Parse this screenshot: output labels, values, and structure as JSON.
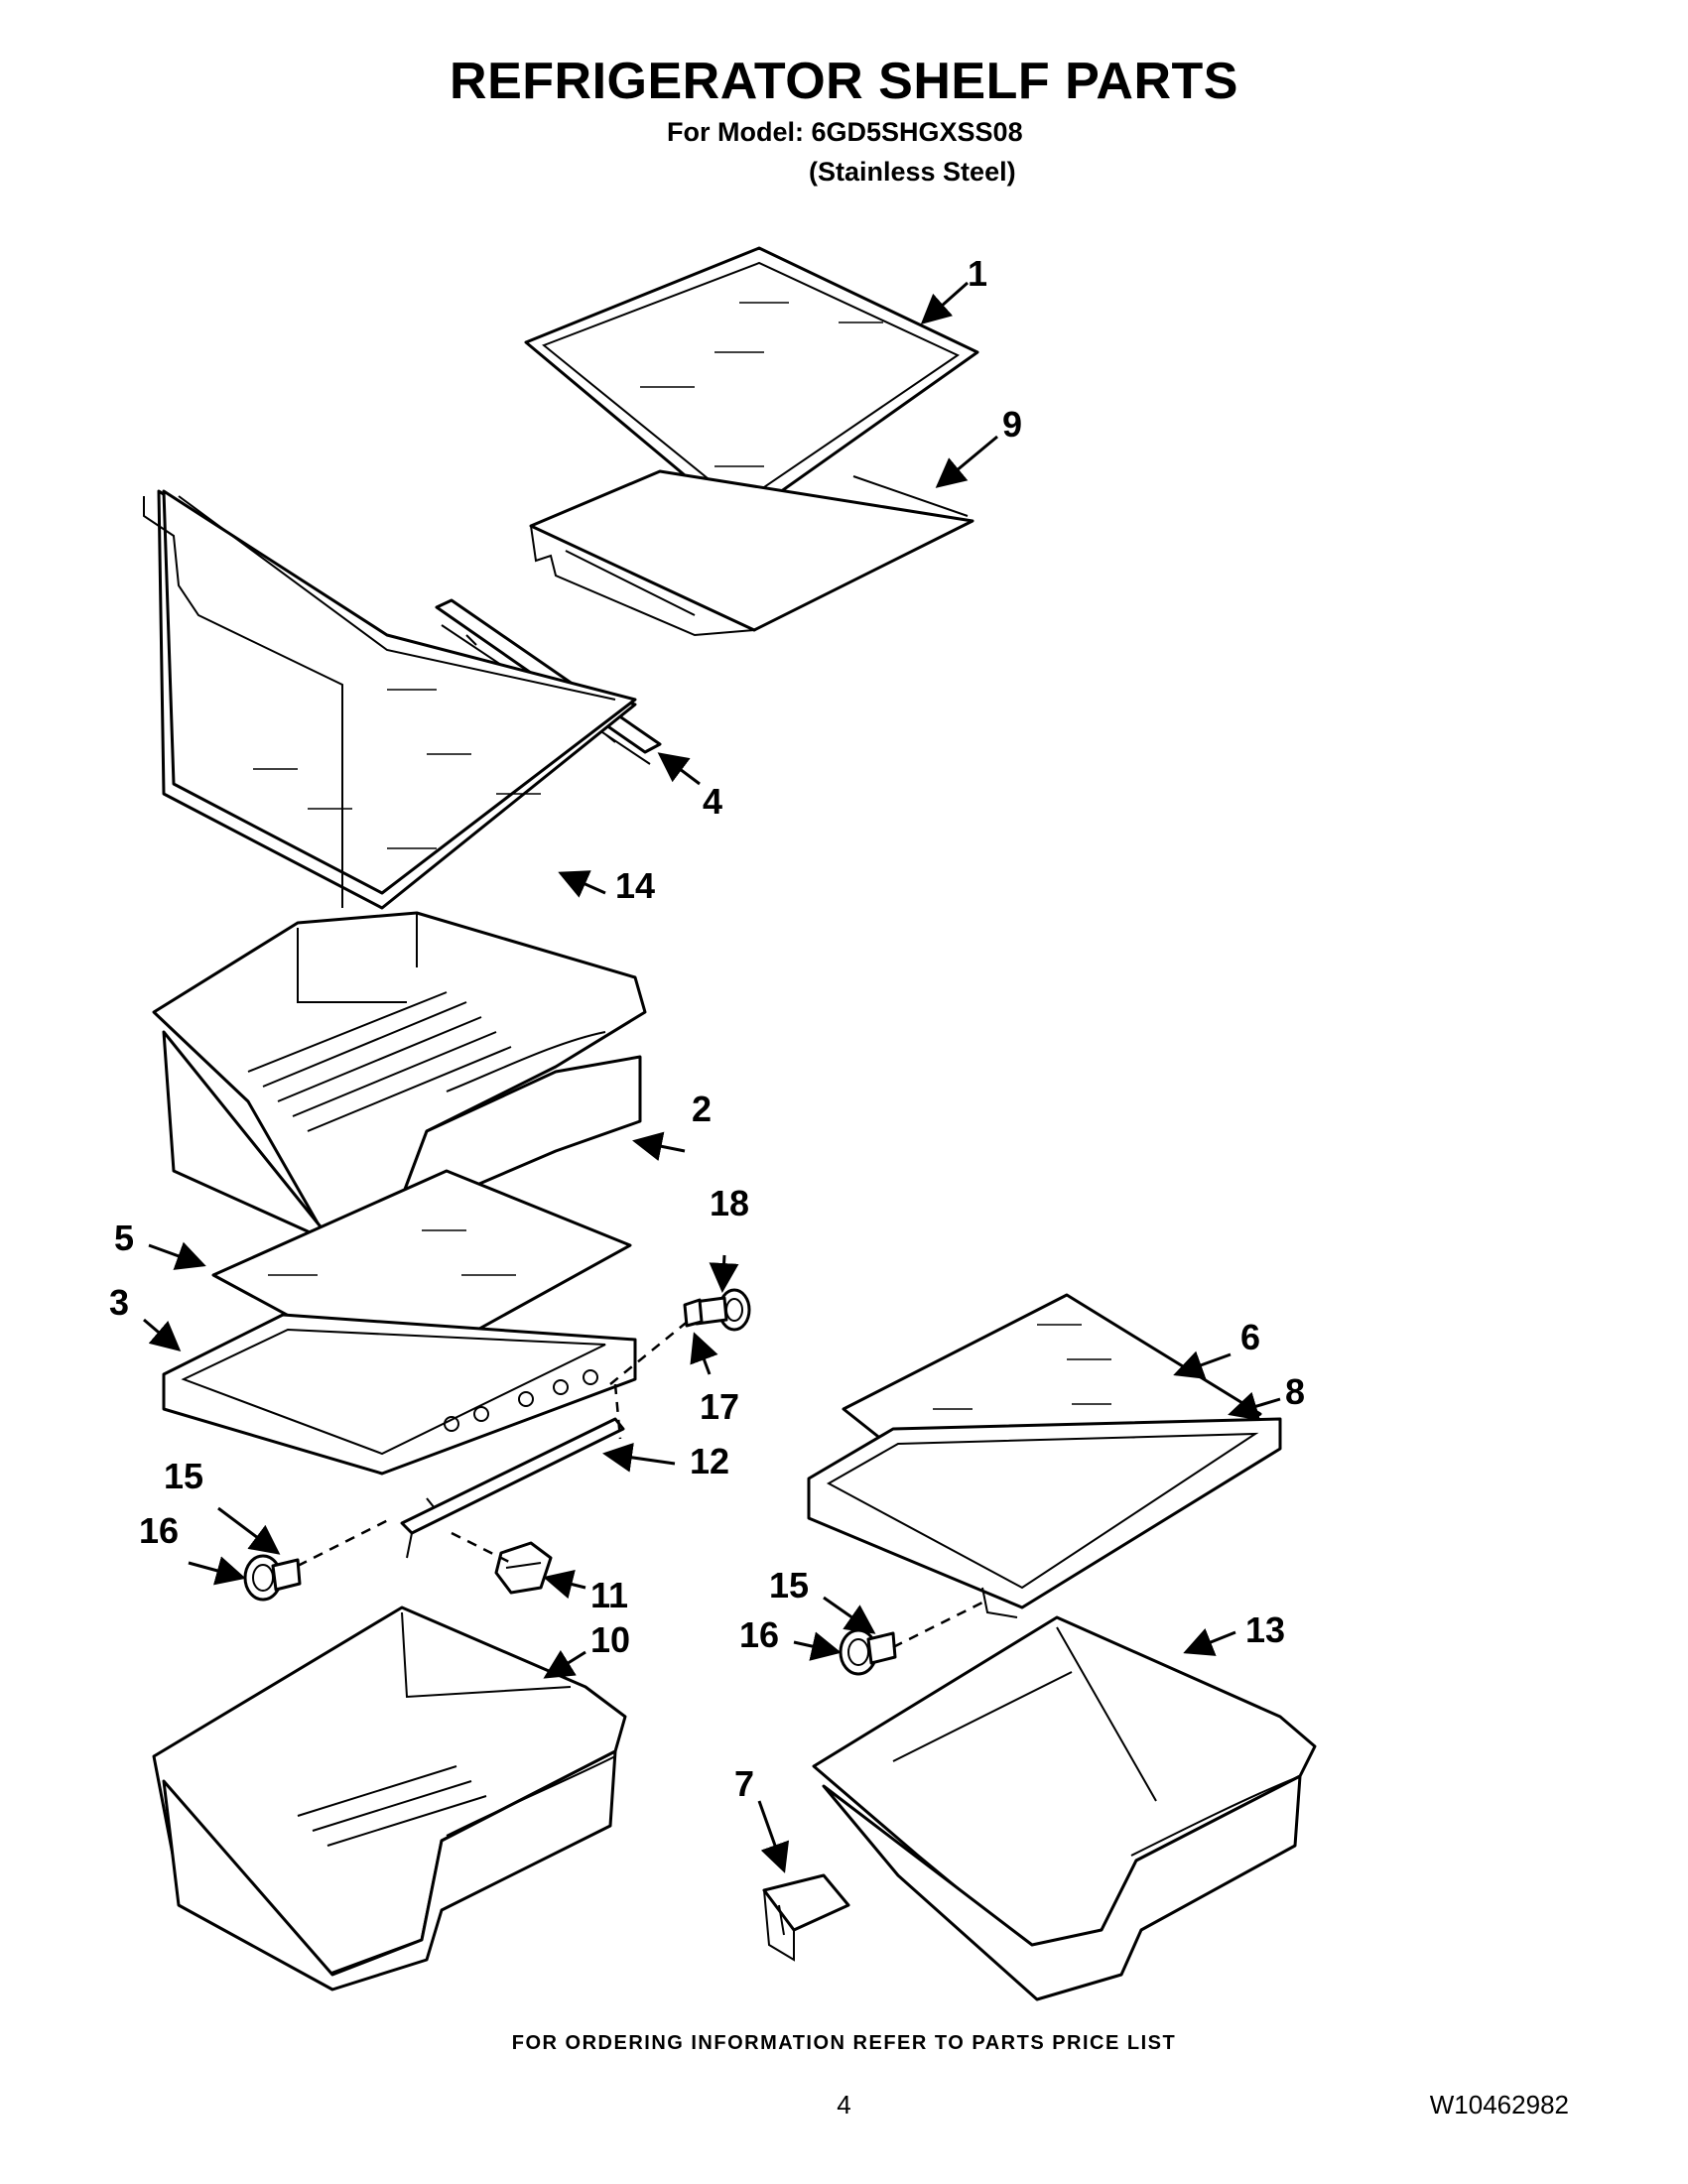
{
  "header": {
    "title": "REFRIGERATOR SHELF PARTS",
    "model_line": "For Model: 6GD5SHGXSS08",
    "finish_line": "(Stainless Steel)"
  },
  "callouts": {
    "c1": "1",
    "c2": "2",
    "c3": "3",
    "c4": "4",
    "c5": "5",
    "c6": "6",
    "c7": "7",
    "c8": "8",
    "c9": "9",
    "c10": "10",
    "c11": "11",
    "c12": "12",
    "c13": "13",
    "c14": "14",
    "c15a": "15",
    "c15b": "15",
    "c16a": "16",
    "c16b": "16",
    "c17": "17",
    "c18": "18"
  },
  "footer": {
    "ordering_note": "FOR ORDERING INFORMATION REFER TO PARTS PRICE LIST",
    "page_number": "4",
    "document_code": "W10462982"
  }
}
